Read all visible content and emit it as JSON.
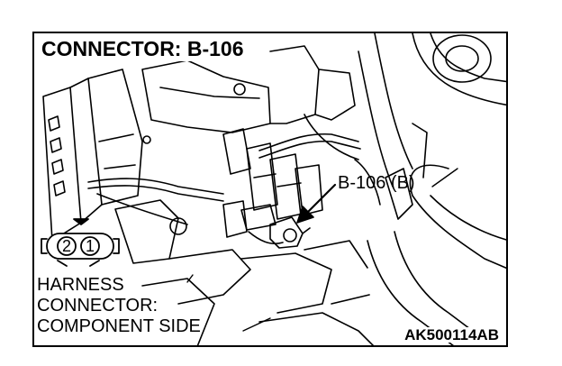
{
  "title": "CONNECTOR: B-106",
  "callout_label": "B-106 (B)",
  "harness_lines": [
    "HARNESS",
    "CONNECTOR:",
    "COMPONENT SIDE"
  ],
  "connector_pins": [
    "2",
    "1"
  ],
  "figure_code": "AK500114AB",
  "colors": {
    "line": "#000000",
    "background": "#ffffff"
  }
}
